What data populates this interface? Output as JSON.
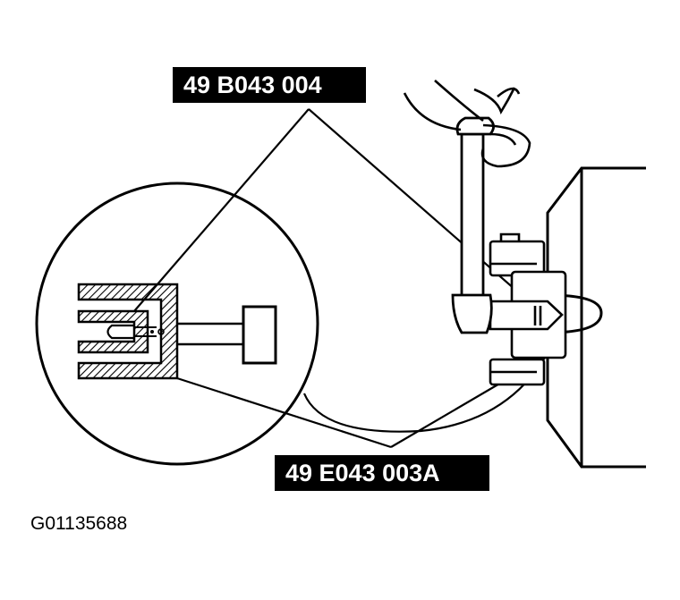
{
  "callouts": {
    "top_part_number": "49 B043 004",
    "bottom_part_number": "49 E043 003A"
  },
  "figure_id": "G01135688",
  "colors": {
    "ink": "#000000",
    "paper": "#ffffff"
  }
}
